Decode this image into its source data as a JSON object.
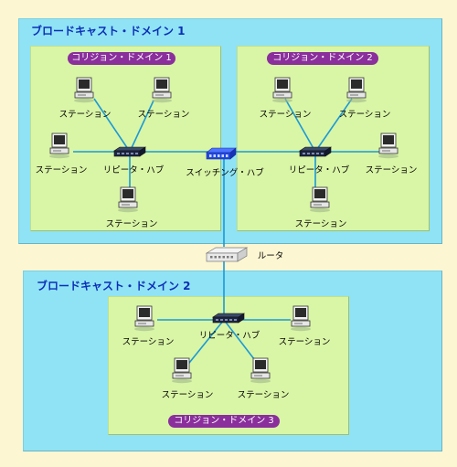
{
  "broadcast_domains": [
    {
      "title": "ブロードキャスト・ドメイン 1"
    },
    {
      "title": "ブロードキャスト・ドメイン 2"
    }
  ],
  "collision_domains": [
    {
      "badge": "コリジョン・ドメイン 1"
    },
    {
      "badge": "コリジョン・ドメイン 2"
    },
    {
      "badge": "コリジョン・ドメイン 3"
    }
  ],
  "devices": {
    "station_label": "ステーション",
    "repeater_hub_label": "リピータ・ハブ",
    "switching_hub_label": "スイッチング・ハブ",
    "router_label": "ルータ"
  },
  "colors": {
    "broadcast_fill": "#8fe3f5",
    "collision_fill": "#d9f5a6",
    "badge_fill": "#8a2f9c",
    "title_text": "#0c2fb8",
    "link": "#1a9ad6"
  }
}
